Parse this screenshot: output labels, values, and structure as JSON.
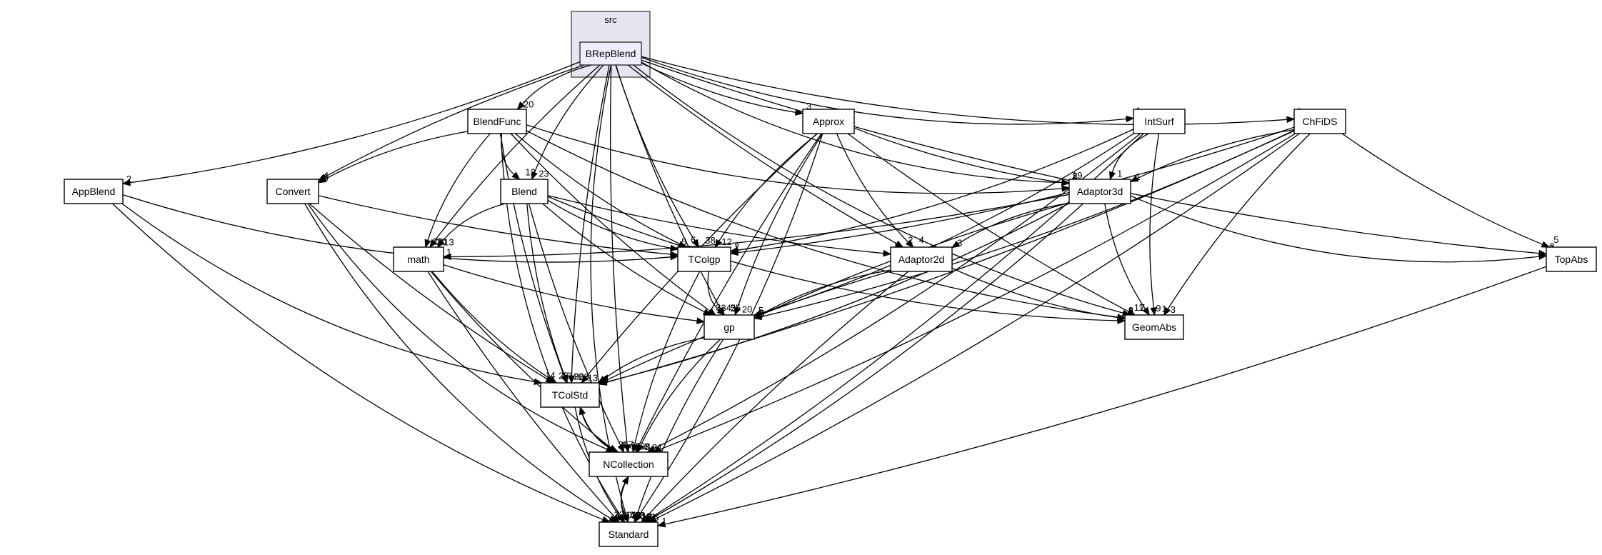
{
  "cluster": {
    "label": "src"
  },
  "nodes": [
    {
      "id": "BRepBlend",
      "label": "BRepBlend",
      "main": true
    },
    {
      "id": "BlendFunc",
      "label": "BlendFunc"
    },
    {
      "id": "Approx",
      "label": "Approx"
    },
    {
      "id": "IntSurf",
      "label": "IntSurf"
    },
    {
      "id": "ChFiDS",
      "label": "ChFiDS"
    },
    {
      "id": "AppBlend",
      "label": "AppBlend"
    },
    {
      "id": "Convert",
      "label": "Convert"
    },
    {
      "id": "Blend",
      "label": "Blend"
    },
    {
      "id": "Adaptor3d",
      "label": "Adaptor3d"
    },
    {
      "id": "math",
      "label": "math"
    },
    {
      "id": "TColgp",
      "label": "TColgp"
    },
    {
      "id": "Adaptor2d",
      "label": "Adaptor2d"
    },
    {
      "id": "TopAbs",
      "label": "TopAbs"
    },
    {
      "id": "gp",
      "label": "gp"
    },
    {
      "id": "GeomAbs",
      "label": "GeomAbs"
    },
    {
      "id": "TColStd",
      "label": "TColStd"
    },
    {
      "id": "NCollection",
      "label": "NCollection"
    },
    {
      "id": "Standard",
      "label": "Standard"
    }
  ],
  "edges": [
    {
      "from": "BRepBlend",
      "to": "BlendFunc",
      "label": "20"
    },
    {
      "from": "BRepBlend",
      "to": "Approx",
      "label": "3"
    },
    {
      "from": "BRepBlend",
      "to": "IntSurf",
      "label": "1"
    },
    {
      "from": "BRepBlend",
      "to": "ChFiDS",
      "label": "1"
    },
    {
      "from": "BRepBlend",
      "to": "AppBlend",
      "label": "2"
    },
    {
      "from": "BRepBlend",
      "to": "Convert",
      "label": "4"
    },
    {
      "from": "BRepBlend",
      "to": "Blend",
      "label": "23"
    },
    {
      "from": "BRepBlend",
      "to": "Adaptor3d",
      "label": "19"
    },
    {
      "from": "BRepBlend",
      "to": "math",
      "label": "20"
    },
    {
      "from": "BRepBlend",
      "to": "TColgp",
      "label": "38"
    },
    {
      "from": "BRepBlend",
      "to": "Adaptor2d",
      "label": "2"
    },
    {
      "from": "BRepBlend",
      "to": "TopAbs",
      "label": "3"
    },
    {
      "from": "BRepBlend",
      "to": "gp",
      "label": "2"
    },
    {
      "from": "BRepBlend",
      "to": "GeomAbs",
      "label": "11"
    },
    {
      "from": "BRepBlend",
      "to": "TColStd",
      "label": "26"
    },
    {
      "from": "BRepBlend",
      "to": "NCollection",
      "label": "2"
    },
    {
      "from": "BRepBlend",
      "to": "Standard",
      "label": "30"
    },
    {
      "from": "BlendFunc",
      "to": "Convert",
      "label": "5"
    },
    {
      "from": "BlendFunc",
      "to": "Blend",
      "label": "12"
    },
    {
      "from": "BlendFunc",
      "to": "Adaptor3d",
      "label": "2"
    },
    {
      "from": "BlendFunc",
      "to": "math",
      "label": "20"
    },
    {
      "from": "BlendFunc",
      "to": "TColgp",
      "label": "6"
    },
    {
      "from": "BlendFunc",
      "to": "gp",
      "label": "34"
    },
    {
      "from": "BlendFunc",
      "to": "GeomAbs",
      "label": "8"
    },
    {
      "from": "BlendFunc",
      "to": "TColStd",
      "label": "26"
    },
    {
      "from": "BlendFunc",
      "to": "Standard",
      "label": "38"
    },
    {
      "from": "Approx",
      "to": "Adaptor3d",
      "label": "8"
    },
    {
      "from": "Approx",
      "to": "Adaptor2d",
      "label": "4"
    },
    {
      "from": "Approx",
      "to": "TColgp",
      "label": "12"
    },
    {
      "from": "Approx",
      "to": "gp",
      "label": "20"
    },
    {
      "from": "Approx",
      "to": "GeomAbs",
      "label": "7"
    },
    {
      "from": "Approx",
      "to": "TColStd",
      "label": "13"
    },
    {
      "from": "Approx",
      "to": "NCollection",
      "label": "4"
    },
    {
      "from": "Approx",
      "to": "Standard",
      "label": "18"
    },
    {
      "from": "IntSurf",
      "to": "Adaptor3d",
      "label": "1"
    },
    {
      "from": "IntSurf",
      "to": "TColgp",
      "label": "2"
    },
    {
      "from": "IntSurf",
      "to": "gp",
      "label": "5"
    },
    {
      "from": "IntSurf",
      "to": "GeomAbs",
      "label": "1"
    },
    {
      "from": "IntSurf",
      "to": "NCollection",
      "label": "8"
    },
    {
      "from": "IntSurf",
      "to": "Standard",
      "label": "6"
    },
    {
      "from": "ChFiDS",
      "to": "Adaptor3d",
      "label": "1"
    },
    {
      "from": "ChFiDS",
      "to": "TColgp",
      "label": "1"
    },
    {
      "from": "ChFiDS",
      "to": "TopAbs",
      "label": "5"
    },
    {
      "from": "ChFiDS",
      "to": "gp",
      "label": "1"
    },
    {
      "from": "ChFiDS",
      "to": "GeomAbs",
      "label": "3"
    },
    {
      "from": "ChFiDS",
      "to": "TColStd",
      "label": "2"
    },
    {
      "from": "ChFiDS",
      "to": "NCollection",
      "label": "1"
    },
    {
      "from": "ChFiDS",
      "to": "Standard",
      "label": "5"
    },
    {
      "from": "AppBlend",
      "to": "TColgp",
      "label": "17"
    },
    {
      "from": "AppBlend",
      "to": "TColStd",
      "label": "14"
    },
    {
      "from": "AppBlend",
      "to": "Standard",
      "label": "32"
    },
    {
      "from": "Convert",
      "to": "TColgp",
      "label": "2"
    },
    {
      "from": "Convert",
      "to": "TColStd",
      "label": "25"
    },
    {
      "from": "Convert",
      "to": "NCollection",
      "label": "2"
    },
    {
      "from": "Convert",
      "to": "Standard",
      "label": "20"
    },
    {
      "from": "Blend",
      "to": "math",
      "label": "13"
    },
    {
      "from": "Blend",
      "to": "TColgp",
      "label": "5"
    },
    {
      "from": "Blend",
      "to": "Adaptor2d",
      "label": "1"
    },
    {
      "from": "Blend",
      "to": "gp",
      "label": "3"
    },
    {
      "from": "Blend",
      "to": "GeomAbs",
      "label": "3"
    },
    {
      "from": "Blend",
      "to": "TColStd",
      "label": "9"
    },
    {
      "from": "Blend",
      "to": "NCollection",
      "label": "1"
    },
    {
      "from": "Adaptor3d",
      "to": "Adaptor2d",
      "label": "3"
    },
    {
      "from": "Adaptor3d",
      "to": "math",
      "label": "1"
    },
    {
      "from": "Adaptor3d",
      "to": "TopAbs",
      "label": "3"
    },
    {
      "from": "Adaptor3d",
      "to": "gp",
      "label": "8"
    },
    {
      "from": "Adaptor3d",
      "to": "GeomAbs",
      "label": "9"
    },
    {
      "from": "Adaptor3d",
      "to": "TColStd",
      "label": "1"
    },
    {
      "from": "Adaptor3d",
      "to": "Standard",
      "label": "3"
    },
    {
      "from": "math",
      "to": "gp",
      "label": "3"
    },
    {
      "from": "math",
      "to": "TColStd",
      "label": "10"
    },
    {
      "from": "math",
      "to": "NCollection",
      "label": "8"
    },
    {
      "from": "math",
      "to": "Standard",
      "label": "173"
    },
    {
      "from": "TColgp",
      "to": "gp",
      "label": "55"
    },
    {
      "from": "TColgp",
      "to": "NCollection",
      "label": "58"
    },
    {
      "from": "Adaptor2d",
      "to": "gp",
      "label": "5"
    },
    {
      "from": "Adaptor2d",
      "to": "GeomAbs",
      "label": "8"
    },
    {
      "from": "Adaptor2d",
      "to": "TColStd",
      "label": "1"
    },
    {
      "from": "Adaptor2d",
      "to": "Standard",
      "label": "1"
    },
    {
      "from": "TopAbs",
      "to": "Standard",
      "label": "1"
    },
    {
      "from": "gp",
      "to": "TColStd",
      "label": "4"
    },
    {
      "from": "gp",
      "to": "NCollection",
      "label": "3"
    },
    {
      "from": "gp",
      "to": "Standard",
      "label": "10"
    },
    {
      "from": "TColStd",
      "to": "NCollection",
      "label": "67"
    },
    {
      "from": "TColStd",
      "to": "Standard",
      "label": "43"
    },
    {
      "from": "NCollection",
      "to": "TColStd",
      "label": "1"
    },
    {
      "from": "NCollection",
      "to": "Standard",
      "label": "53"
    },
    {
      "from": "Standard",
      "to": "NCollection",
      "label": "3"
    }
  ]
}
